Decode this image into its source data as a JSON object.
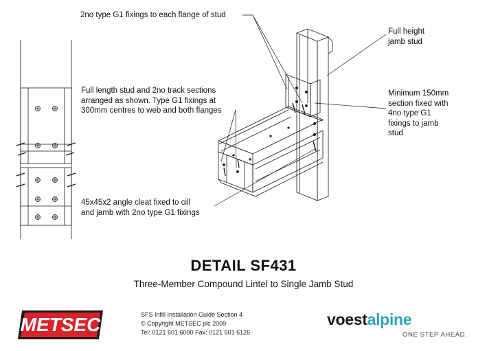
{
  "annotations": {
    "g1_flange": "2no type G1 fixings to each flange of stud",
    "full_height": "Full height\njamb stud",
    "full_length": "Full length stud and 2no track sections\narranged as shown. Type G1 fixings at\n300mm centres to web and both flanges",
    "minimum_section": "Minimum 150mm\nsection fixed with\n4no type G1\nfixings to jamb\nstud",
    "angle_cleat": "45x45x2 angle cleat fixed to cill\nand jamb with 2no type G1 fixings"
  },
  "title": "DETAIL SF431",
  "subtitle": "Three-Member Compound Lintel to Single Jamb Stud",
  "footer": {
    "guide": "SFS Infill Installation Guide Section 4",
    "copyright": "© Copyright METSEC plc 2009",
    "contact": "Tel: 0121 601 6000    Fax: 0121 601 6126"
  },
  "brand": {
    "metsec_logo": "METSEC",
    "voest_part1": "voest",
    "voest_part2": "alpine",
    "tagline": "ONE STEP AHEAD.",
    "accent_color": "#2ea3b7",
    "logo_red": "#d8232a"
  }
}
